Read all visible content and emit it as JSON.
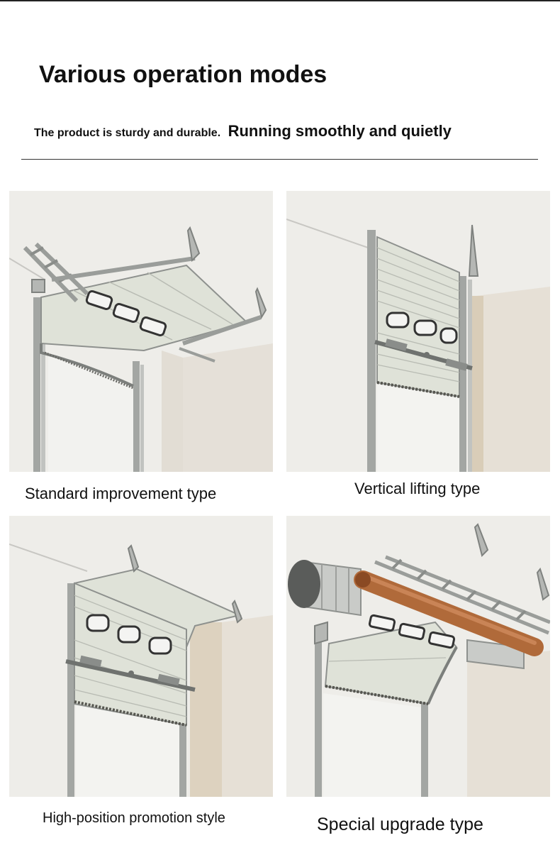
{
  "header": {
    "title": "Various operation modes",
    "subtitle_small": "The product is sturdy and durable.",
    "subtitle_large": "Running smoothly and quietly"
  },
  "panels": [
    {
      "caption": "Standard improvement type",
      "illustration_icon": "garage-door-standard-icon"
    },
    {
      "caption": "Vertical lifting type",
      "illustration_icon": "garage-door-vertical-icon"
    },
    {
      "caption": "High-position promotion style",
      "illustration_icon": "garage-door-high-position-icon"
    },
    {
      "caption": "Special upgrade type",
      "illustration_icon": "garage-door-special-upgrade-icon"
    }
  ],
  "colors": {
    "background": "#ffffff",
    "wall": "#ecebe8",
    "door_panel": "#d9dccf",
    "track": "#9a9d9a",
    "shaft": "#b06a3a"
  }
}
